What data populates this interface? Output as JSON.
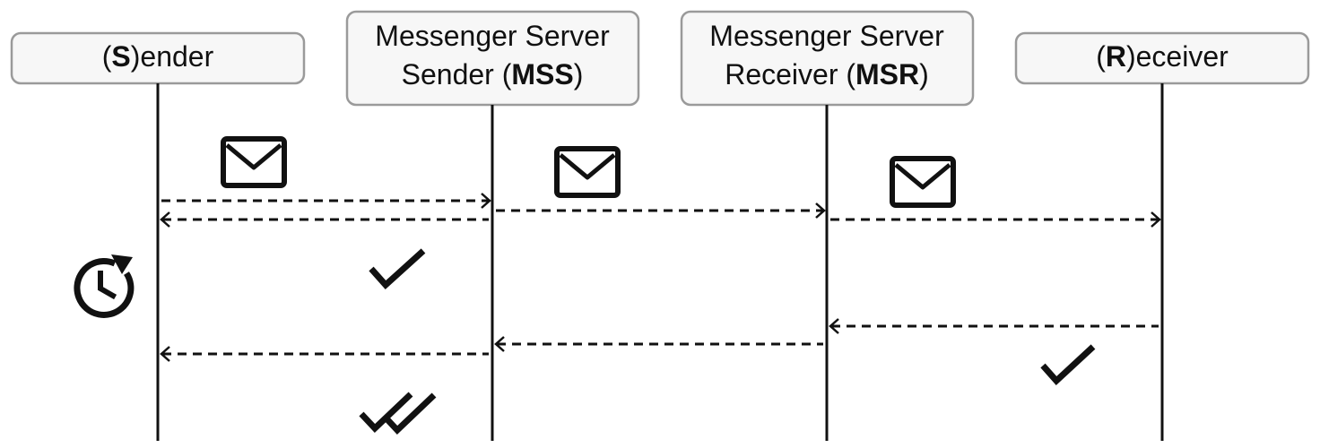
{
  "actors": [
    {
      "prefix": "(",
      "bold": "S",
      "suffix": ")ender",
      "line1": ""
    },
    {
      "line1": "Messenger Server",
      "prefix": "Sender (",
      "bold": "MSS",
      "suffix": ")"
    },
    {
      "line1": "Messenger Server",
      "prefix": "Receiver (",
      "bold": "MSR",
      "suffix": ")"
    },
    {
      "prefix": "(",
      "bold": "R",
      "suffix": ")eceiver",
      "line1": ""
    }
  ],
  "icons": {
    "envelope": "envelope-icon",
    "check": "check-icon",
    "double_check": "double-check-icon",
    "clock": "clock-refresh-icon"
  },
  "colors": {
    "line": "#111111",
    "box_fill": "#f7f7f7",
    "box_stroke": "#9a9a9a"
  }
}
